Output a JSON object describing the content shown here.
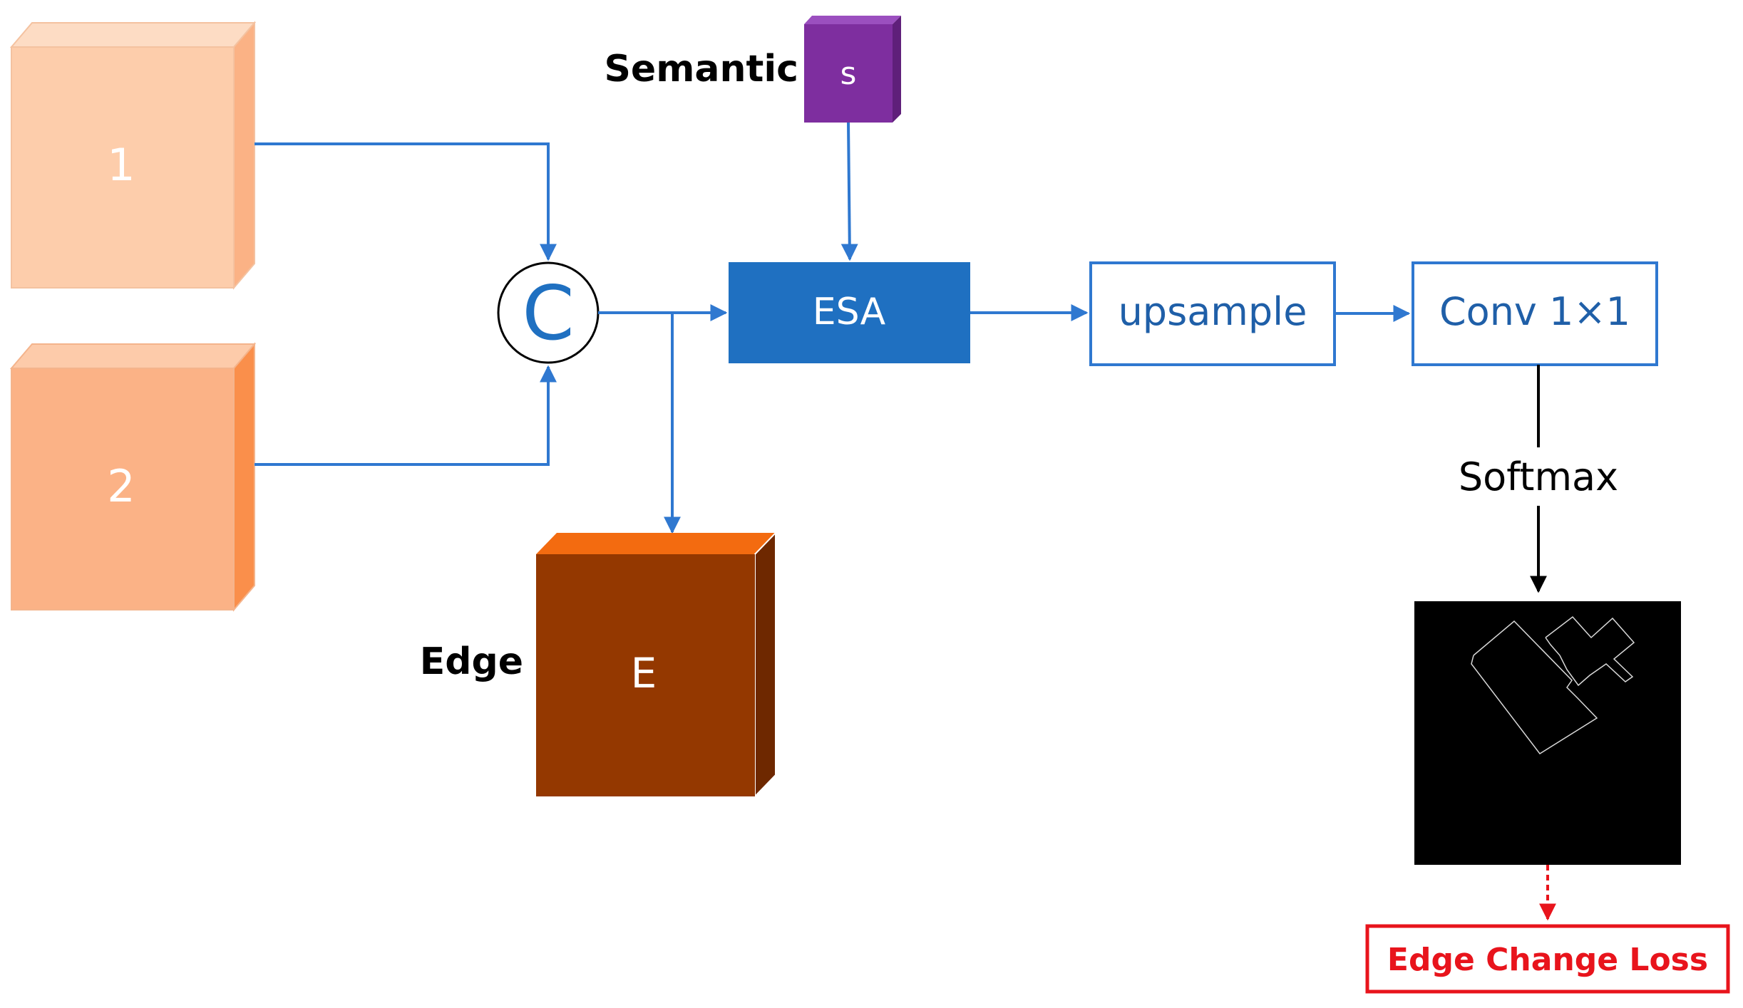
{
  "blocks": {
    "input1": {
      "label": "1"
    },
    "input2": {
      "label": "2"
    },
    "concat": {
      "label": "C"
    },
    "semantic": {
      "label": "Semantic",
      "symbol": "s"
    },
    "esa": {
      "label": "ESA"
    },
    "upsample": {
      "label": "upsample"
    },
    "conv": {
      "label": "Conv 1×1"
    },
    "softmax": {
      "label": "Softmax"
    },
    "edge": {
      "label": "Edge",
      "symbol": "E"
    },
    "loss": {
      "label": "Edge Change Loss"
    }
  },
  "colors": {
    "arrow_blue": "#2F78D0",
    "esa_fill": "#1F70C1",
    "box_border": "#2F78D0",
    "box_text": "#1F5FA8",
    "cube1_front": "#FDCDAB",
    "cube1_top": "#FDDCC4",
    "cube1_side": "#FBB285",
    "cube2_front": "#FBB286",
    "cube2_top": "#FDCBAA",
    "cube2_side": "#FA8F4B",
    "semantic_front": "#7E2E9F",
    "semantic_top": "#9B4FBF",
    "semantic_side": "#5F1F7A",
    "edge_front": "#943800",
    "edge_top": "#F36B10",
    "edge_side": "#6E2800",
    "loss_red": "#E8141C",
    "edge_map_bg": "#000000"
  }
}
